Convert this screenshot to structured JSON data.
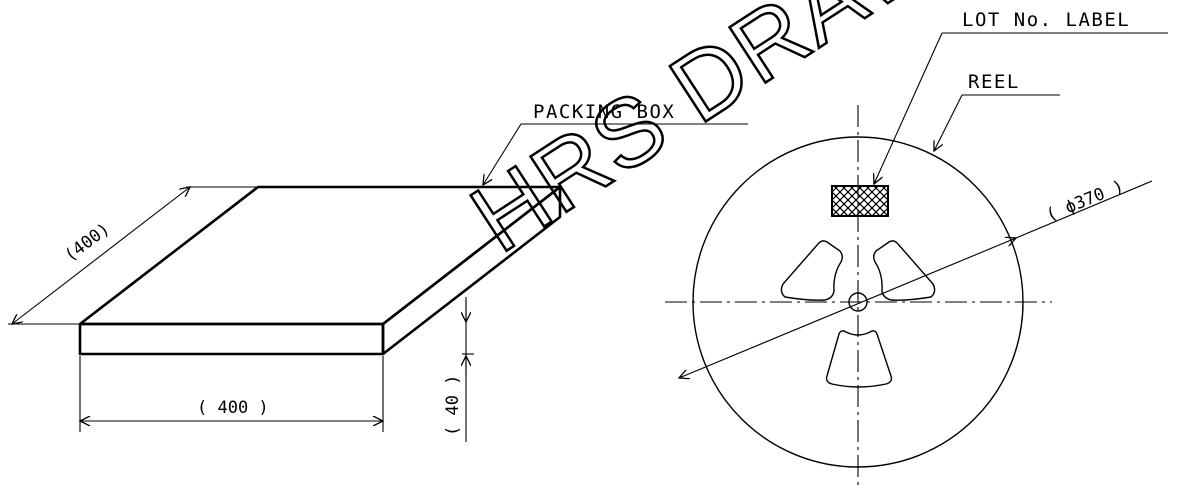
{
  "labels": {
    "packing_box": "PACKING BOX",
    "lot_label": "LOT No. LABEL",
    "reel": "REEL"
  },
  "dimensions": {
    "box_depth": "(400)",
    "box_width": "( 400 )",
    "box_height": "( 40 )",
    "reel_diameter": "( ϕ370 )"
  },
  "watermark": "HRS DRAWING"
}
